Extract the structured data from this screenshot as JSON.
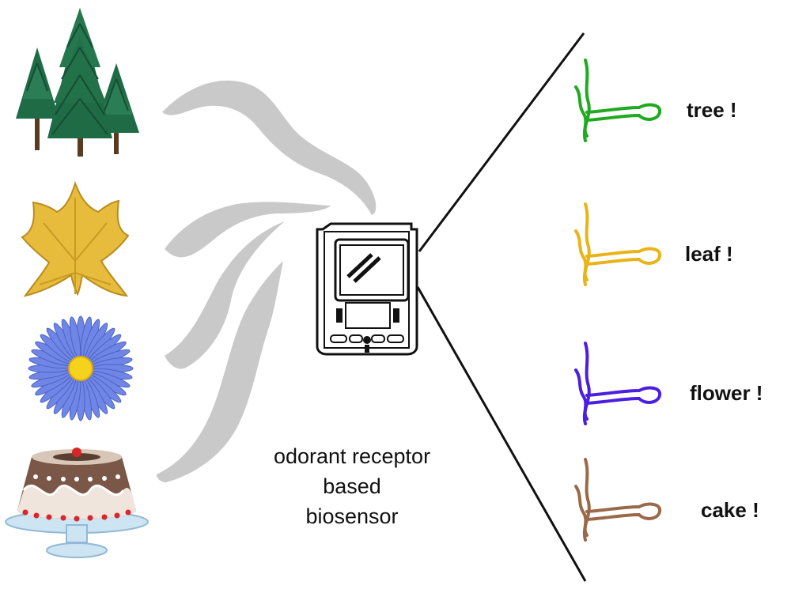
{
  "caption": {
    "line1": "odorant receptor",
    "line2": "based",
    "line3": "biosensor"
  },
  "odor_sources": [
    {
      "icon": "pine-tree-icon"
    },
    {
      "icon": "maple-leaf-icon"
    },
    {
      "icon": "aster-flower-icon"
    },
    {
      "icon": "cake-icon"
    }
  ],
  "device": {
    "icon": "handheld-biosensor-icon"
  },
  "results": [
    {
      "label": "tree !",
      "color": "#1faa1f"
    },
    {
      "label": "leaf !",
      "color": "#e8b417"
    },
    {
      "label": "flower !",
      "color": "#4b1ee0"
    },
    {
      "label": "cake !",
      "color": "#9a6a48"
    }
  ],
  "colors": {
    "odor_plume": "#c9c9c9",
    "tree_green": "#1f6b46",
    "leaf_gold": "#e7bc3c",
    "flower_blue": "#6f86e6",
    "flower_center": "#f5d21c",
    "cake_brown": "#7a5746",
    "cake_stand": "#cde4f3"
  }
}
